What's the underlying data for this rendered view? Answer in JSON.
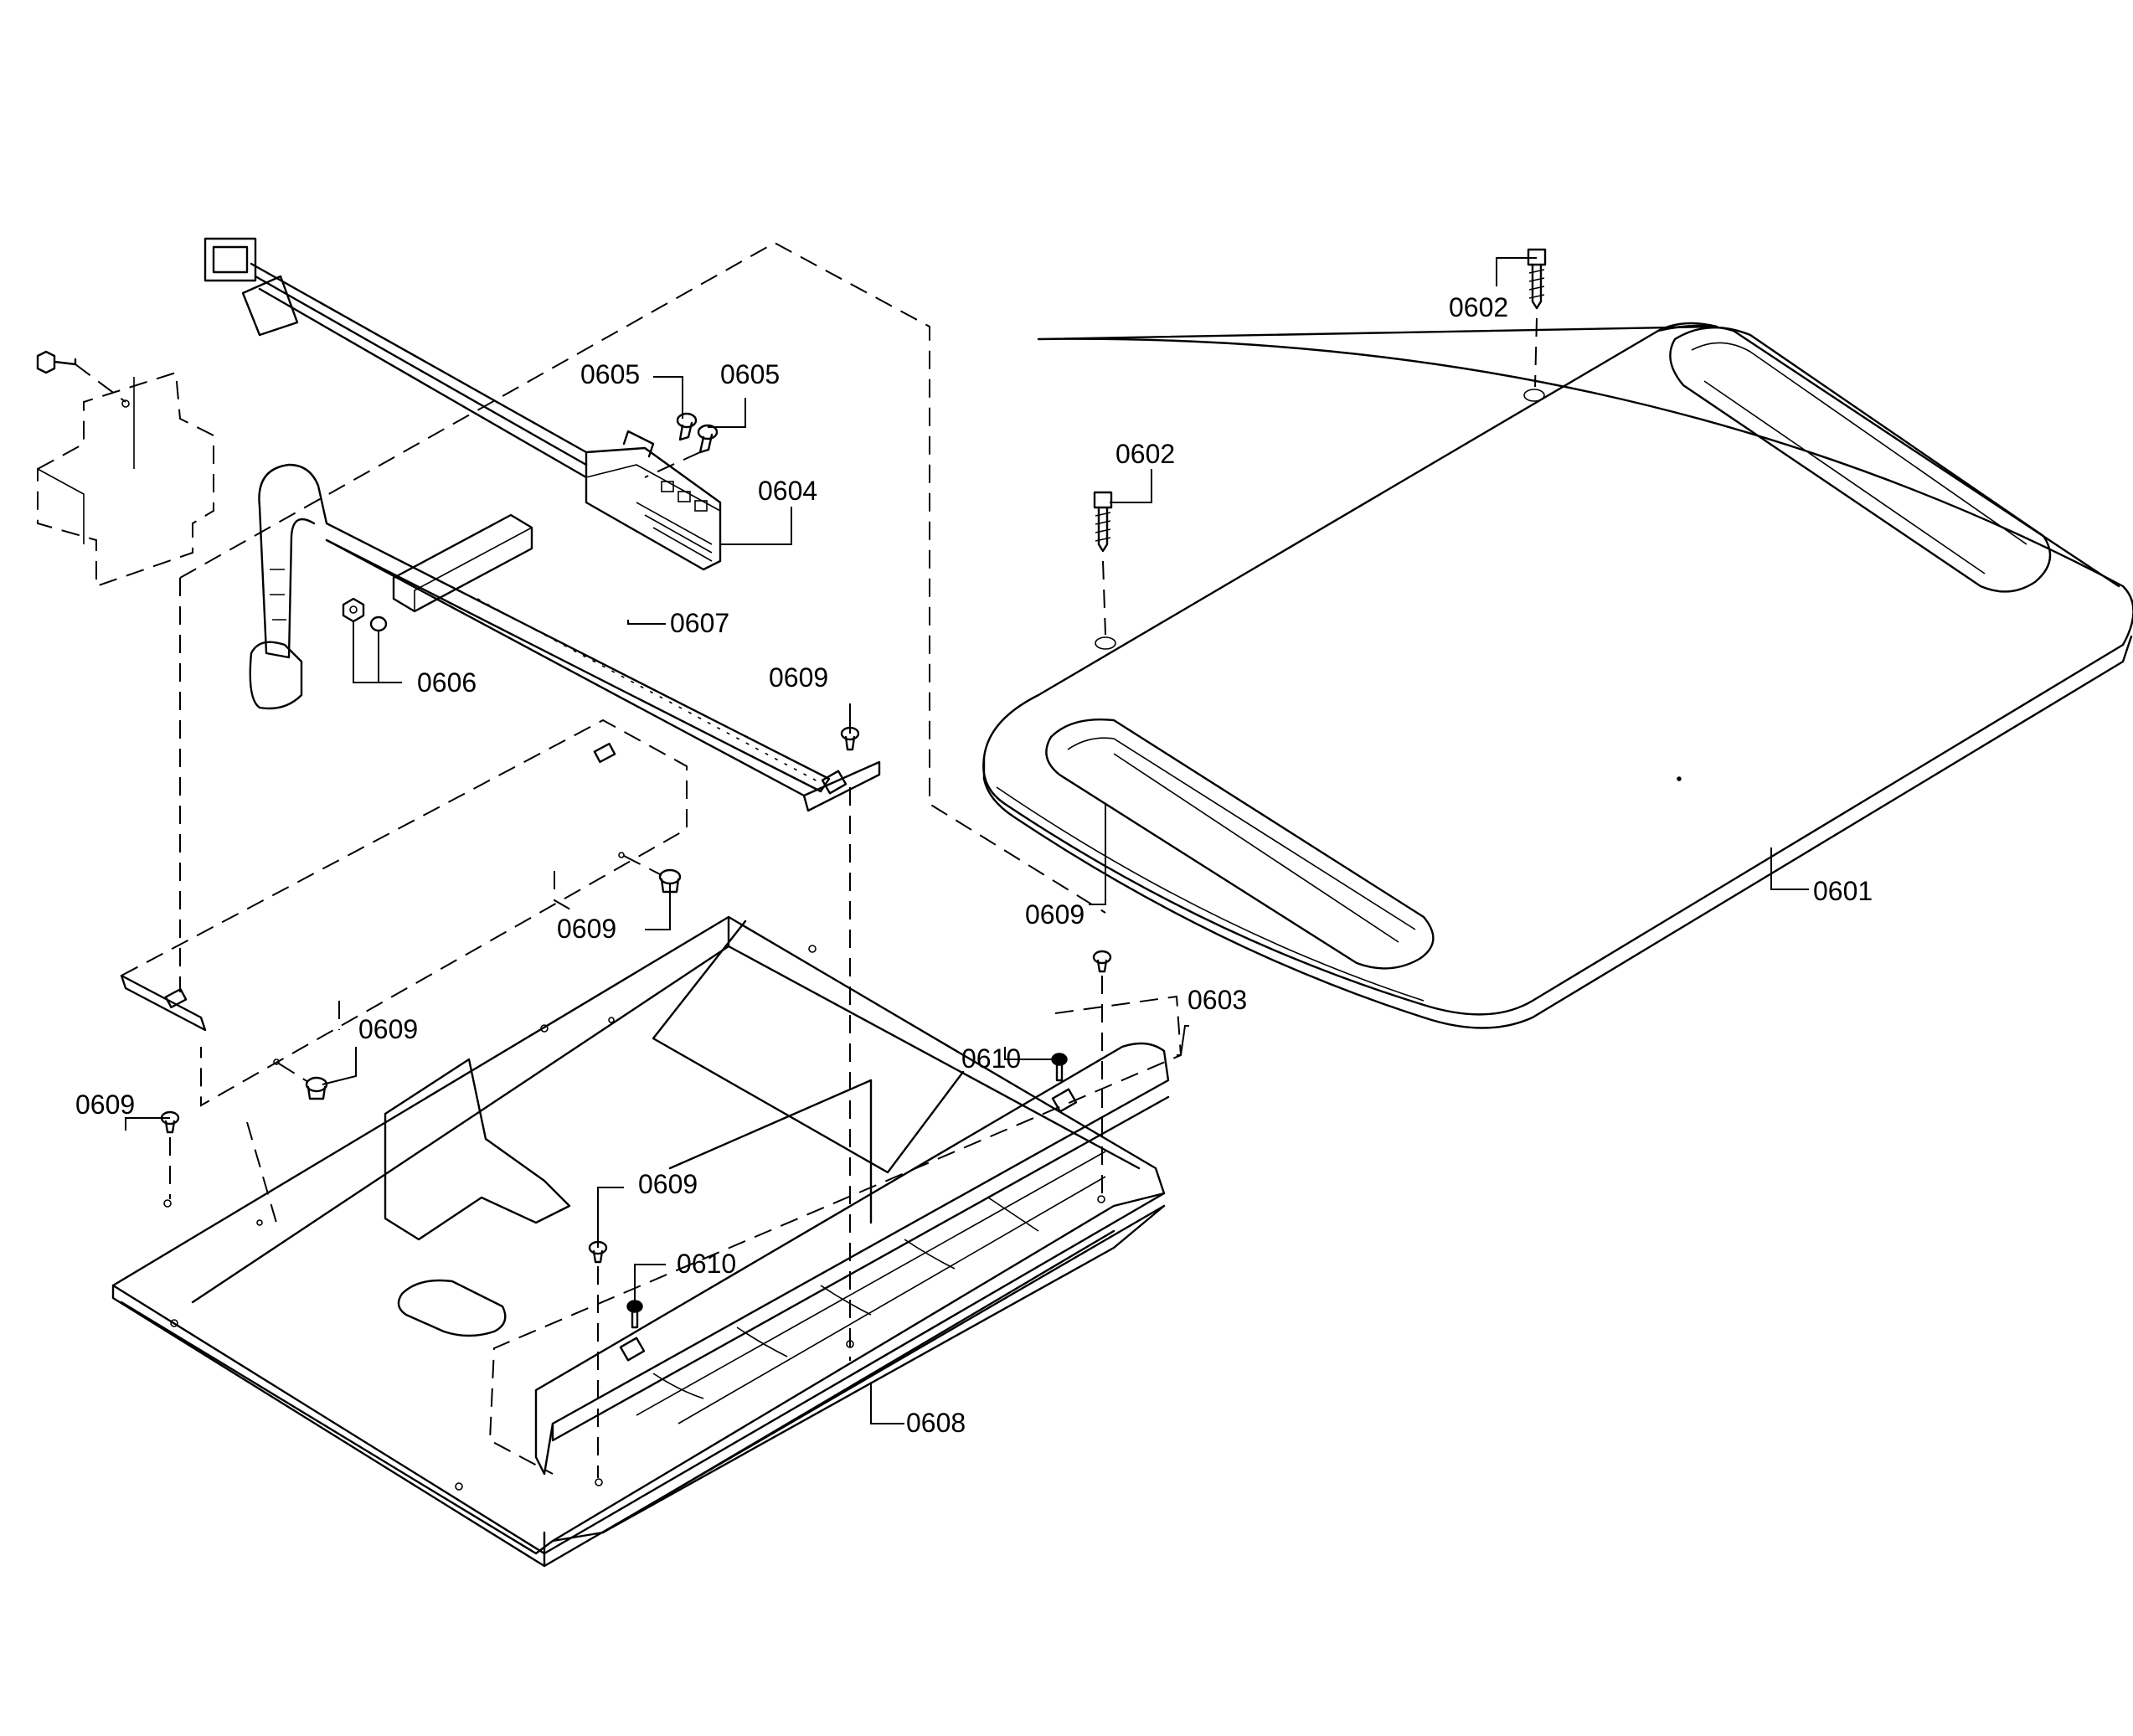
{
  "colors": {
    "line": "#000000",
    "background": "#ffffff"
  },
  "callouts": [
    {
      "id": "0601",
      "text": "0601"
    },
    {
      "id": "0602-top",
      "text": "0602"
    },
    {
      "id": "0602-mid",
      "text": "0602"
    },
    {
      "id": "0603",
      "text": "0603"
    },
    {
      "id": "0604",
      "text": "0604"
    },
    {
      "id": "0605-left",
      "text": "0605"
    },
    {
      "id": "0605-right",
      "text": "0605"
    },
    {
      "id": "0606",
      "text": "0606"
    },
    {
      "id": "0607",
      "text": "0607"
    },
    {
      "id": "0608",
      "text": "0608"
    },
    {
      "id": "0609-a",
      "text": "0609"
    },
    {
      "id": "0609-b",
      "text": "0609"
    },
    {
      "id": "0609-c",
      "text": "0609"
    },
    {
      "id": "0609-d",
      "text": "0609"
    },
    {
      "id": "0609-e",
      "text": "0609"
    },
    {
      "id": "0609-f",
      "text": "0609"
    },
    {
      "id": "0610-a",
      "text": "0610"
    },
    {
      "id": "0610-b",
      "text": "0610"
    }
  ]
}
